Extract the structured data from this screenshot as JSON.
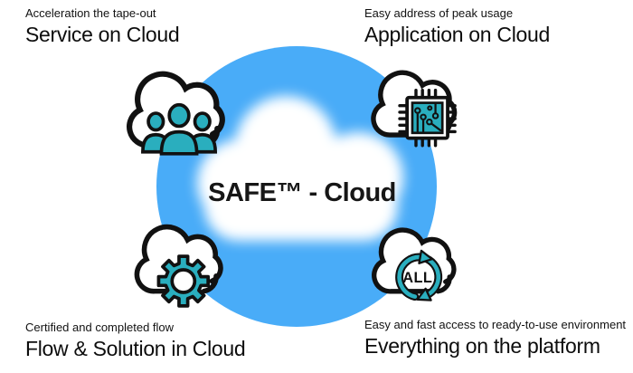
{
  "center": {
    "title": "SAFE™ - Cloud"
  },
  "quadrants": [
    {
      "id": "service",
      "subtitle": "Acceleration the tape-out",
      "title": "Service on Cloud",
      "icon": "users-cloud-icon"
    },
    {
      "id": "application",
      "subtitle": "Easy address of peak usage",
      "title": "Application on Cloud",
      "icon": "chip-cloud-icon"
    },
    {
      "id": "flow",
      "subtitle": "Certified and completed flow",
      "title": "Flow & Solution in Cloud",
      "icon": "gear-cloud-icon"
    },
    {
      "id": "everything",
      "subtitle": "Easy and fast access to ready-to-use environment",
      "title": "Everything on the platform",
      "icon": "refresh-all-cloud-icon",
      "icon_label": "ALL"
    }
  ],
  "colors": {
    "accent_blue": "#49ACF8",
    "icon_teal": "#2AAEBE",
    "outline_ink": "#111111",
    "background": "#FFFFFF"
  }
}
